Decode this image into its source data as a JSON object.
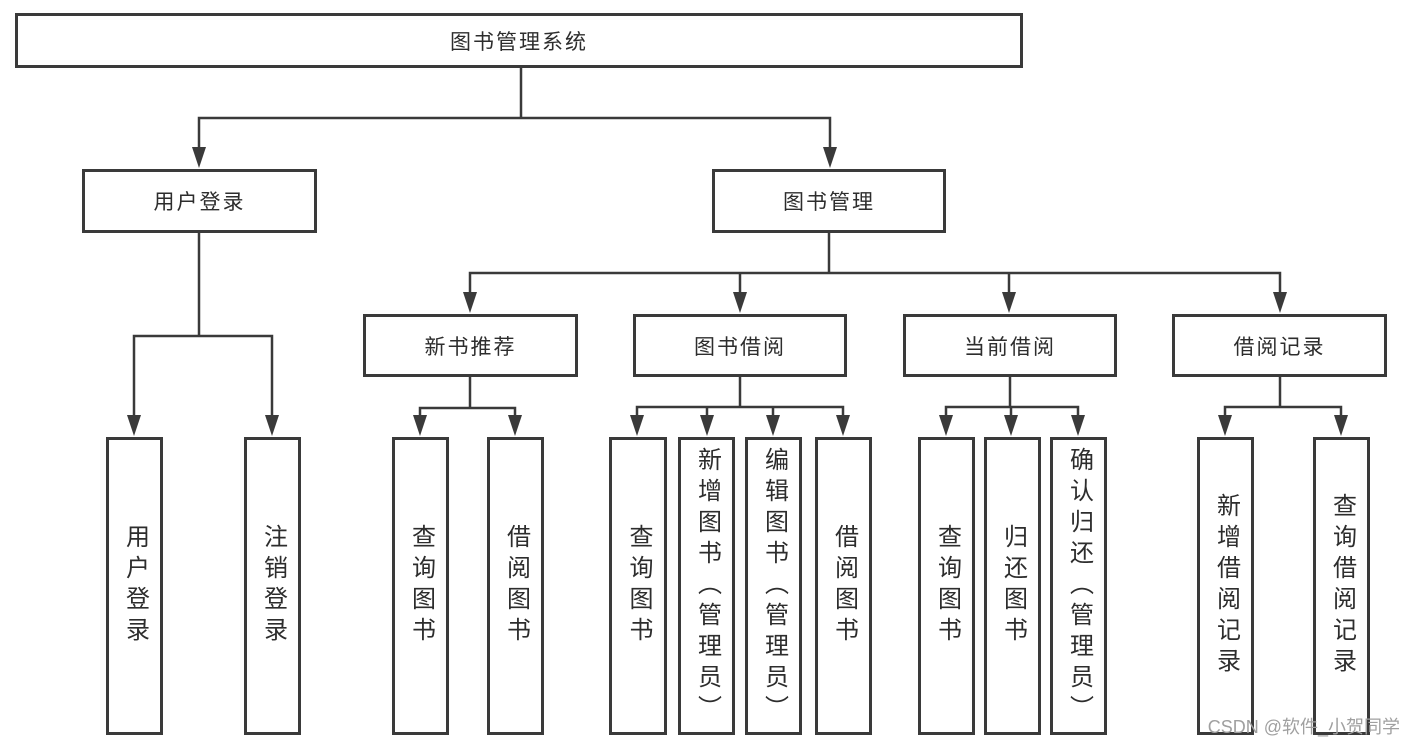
{
  "diagram_type": "hierarchy-tree",
  "tree": {
    "label": "图书管理系统",
    "children": [
      {
        "label": "用户登录",
        "children": [
          {
            "label": "用户登录"
          },
          {
            "label": "注销登录"
          }
        ]
      },
      {
        "label": "图书管理",
        "children": [
          {
            "label": "新书推荐",
            "children": [
              {
                "label": "查询图书"
              },
              {
                "label": "借阅图书"
              }
            ]
          },
          {
            "label": "图书借阅",
            "children": [
              {
                "label": "查询图书"
              },
              {
                "label": "新增图书（管理员）"
              },
              {
                "label": "编辑图书（管理员）"
              },
              {
                "label": "借阅图书"
              }
            ]
          },
          {
            "label": "当前借阅",
            "children": [
              {
                "label": "查询图书"
              },
              {
                "label": "归还图书"
              },
              {
                "label": "确认归还（管理员）"
              }
            ]
          },
          {
            "label": "借阅记录",
            "children": [
              {
                "label": "新增借阅记录"
              },
              {
                "label": "查询借阅记录"
              }
            ]
          }
        ]
      }
    ]
  },
  "watermark": "CSDN @软件_小贺同学",
  "colors": {
    "line": "#3a3a3a",
    "text": "#2d2d2d",
    "box_fill": "#ffffff",
    "watermark": "#a0a0a0",
    "background": "#ffffff"
  }
}
